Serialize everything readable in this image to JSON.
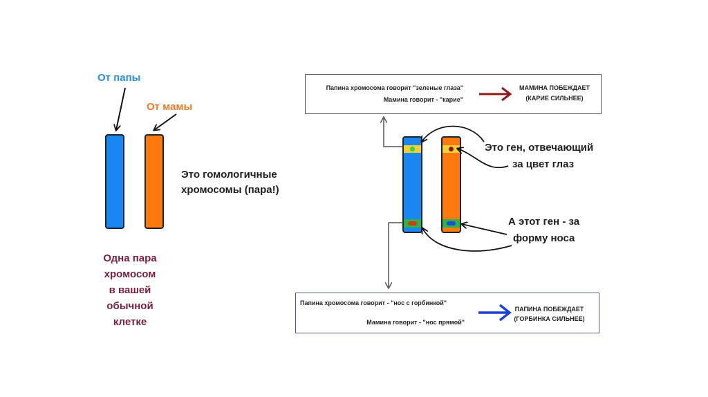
{
  "left_panel": {
    "label_father": "От папы",
    "label_mother": "От мамы",
    "homologous_line1": "Это гомологичные",
    "homologous_line2": "хромосомы (пара!)",
    "caption_lines": [
      "Одна пара",
      "хромосом",
      "в вашей",
      "обычной",
      "клетке"
    ]
  },
  "right_panel": {
    "eye_gene_line1": "Это ген, отвечающий",
    "eye_gene_line2": "за цвет глаз",
    "nose_gene_line1": "А этот ген - за",
    "nose_gene_line2": "форму носа"
  },
  "top_box": {
    "father_says": "Папина хромосома говорит \"зеленые глаза\"",
    "mother_says": "Мамина говорит - \"карие\"",
    "result_line1": "МАМИНА ПОБЕЖДАЕТ",
    "result_line2": "(КАРИЕ СИЛЬНЕЕ)",
    "arrow_color": "#8b1a1a"
  },
  "bottom_box": {
    "father_says": "Папина хромосома говорит - \"нос с горбинкой\"",
    "mother_says": "Мамина говорит - \"нос прямой\"",
    "result_line1": "ПАПИНА ПОБЕЖДАЕТ",
    "result_line2": "(ГОРБИНКА СИЛЬНЕЕ)",
    "arrow_color": "#1f3fd0"
  },
  "colors": {
    "father_blue": "#1a86f0",
    "mother_orange": "#ff7a0e",
    "father_label": "#2b8fd6",
    "mother_label": "#f07a25",
    "caption": "#7a1f3d",
    "gene_band_yellow": "#f2d035",
    "gene_band_green": "#2fb24a",
    "allele_green": "#3dd23d",
    "allele_darkred": "#8b1a10",
    "allele_red": "#d23a1a",
    "allele_blue": "#1f4fd8"
  }
}
